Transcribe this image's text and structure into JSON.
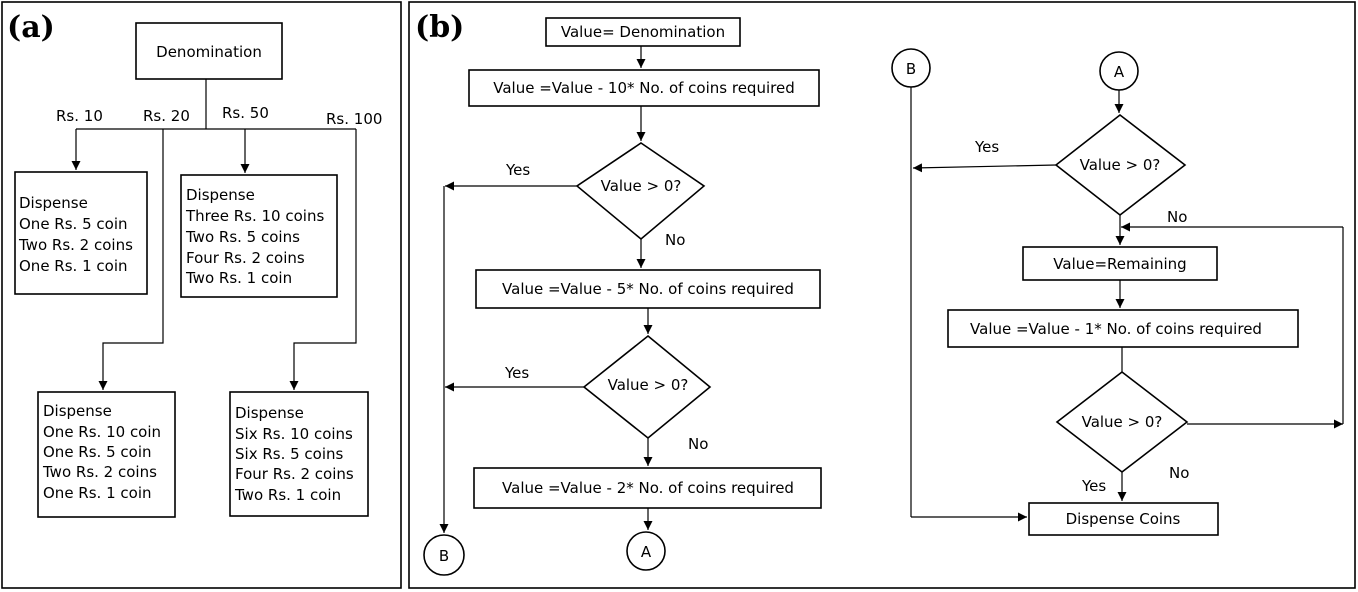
{
  "panel_a": {
    "label": "(a)",
    "root": "Denomination",
    "branches": [
      {
        "label": "Rs. 10",
        "lines": [
          "Dispense",
          "One Rs. 5 coin",
          "Two Rs. 2 coins",
          "One Rs. 1 coin"
        ]
      },
      {
        "label": "Rs. 20",
        "lines": [
          "Dispense",
          "One Rs. 10 coin",
          "One Rs. 5 coin",
          "Two Rs. 2 coins",
          "One Rs. 1 coin"
        ]
      },
      {
        "label": "Rs. 50",
        "lines": [
          "Dispense",
          "Three Rs. 10 coins",
          "Two Rs. 5 coins",
          "Four Rs. 2 coins",
          "Two Rs. 1 coin"
        ]
      },
      {
        "label": "Rs. 100",
        "lines": [
          "Dispense",
          "Six Rs. 10 coins",
          "Six Rs. 5 coins",
          "Four Rs. 2 coins",
          "Two Rs. 1 coin"
        ]
      }
    ]
  },
  "panel_b": {
    "label": "(b)",
    "start": "Value= Denomination",
    "step10": "Value =Value - 10* No. of coins required",
    "step5": "Value =Value - 5* No. of coins required",
    "step2": "Value =Value - 2* No. of coins required",
    "step1": "Value =Value - 1* No. of coins required",
    "decision": "Value > 0?",
    "remaining": "Value=Remaining",
    "dispense": "Dispense Coins",
    "yes": "Yes",
    "no": "No",
    "connector_a": "A",
    "connector_b": "B"
  }
}
